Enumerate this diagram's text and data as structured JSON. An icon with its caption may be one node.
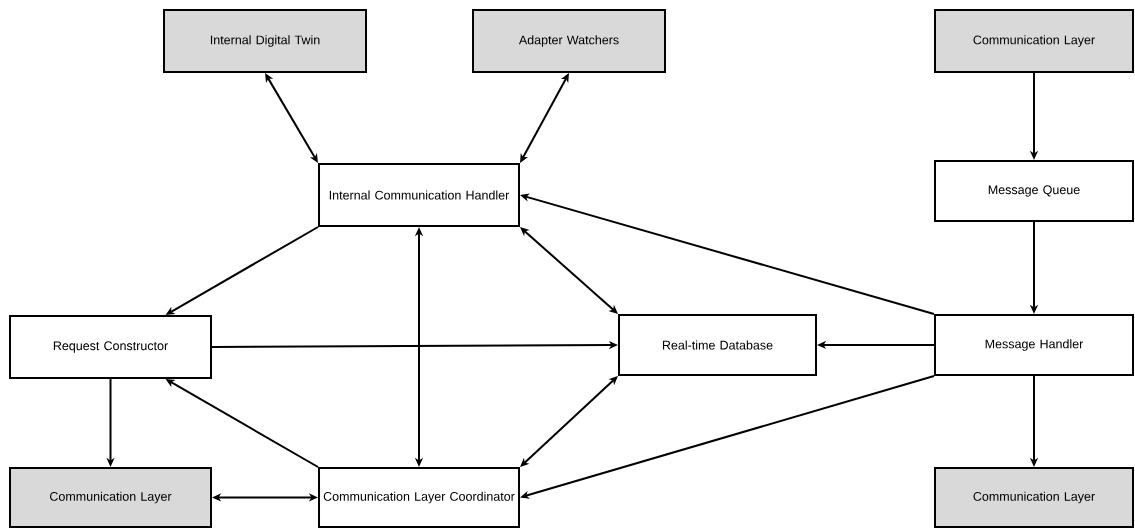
{
  "diagram": {
    "nodes": [
      {
        "text": [
          "Internal Digital Twin"
        ]
      },
      {
        "text": [
          "Adapter Watchers"
        ]
      },
      {
        "text": [
          "Communication Layer"
        ]
      },
      {
        "text": [
          "Internal Communication Handler"
        ]
      },
      {
        "text": [
          "Message Queue"
        ]
      },
      {
        "text": [
          "Request Constructor"
        ]
      },
      {
        "text": [
          "Real-time Database"
        ]
      },
      {
        "text": [
          "Message Handler"
        ]
      },
      {
        "text": [
          "Communication Layer"
        ]
      },
      {
        "text": [
          "Communication Layer Coordinator"
        ]
      },
      {
        "text": [
          "Communication Layer"
        ]
      }
    ],
    "edges": [
      {
        "from": 0,
        "to": 3,
        "arrow": "both"
      },
      {
        "from": 1,
        "to": 3,
        "arrow": "both"
      },
      {
        "from": 2,
        "to": 4,
        "arrow": "to"
      },
      {
        "from": 4,
        "to": 7,
        "arrow": "to"
      },
      {
        "from": 7,
        "to": 3,
        "arrow": "to"
      },
      {
        "from": 3,
        "to": 5,
        "arrow": "to"
      },
      {
        "from": 3,
        "to": 9,
        "arrow": "both"
      },
      {
        "from": 3,
        "to": 6,
        "arrow": "both"
      },
      {
        "from": 5,
        "to": 6,
        "arrow": "to"
      },
      {
        "from": 7,
        "to": 6,
        "arrow": "to"
      },
      {
        "from": 5,
        "to": 8,
        "arrow": "to"
      },
      {
        "from": 9,
        "to": 5,
        "arrow": "to"
      },
      {
        "from": 6,
        "to": 9,
        "arrow": "both"
      },
      {
        "from": 7,
        "to": 9,
        "arrow": "to"
      },
      {
        "from": 8,
        "to": 9,
        "arrow": "both"
      },
      {
        "from": 7,
        "to": 10,
        "arrow": "to"
      }
    ]
  }
}
